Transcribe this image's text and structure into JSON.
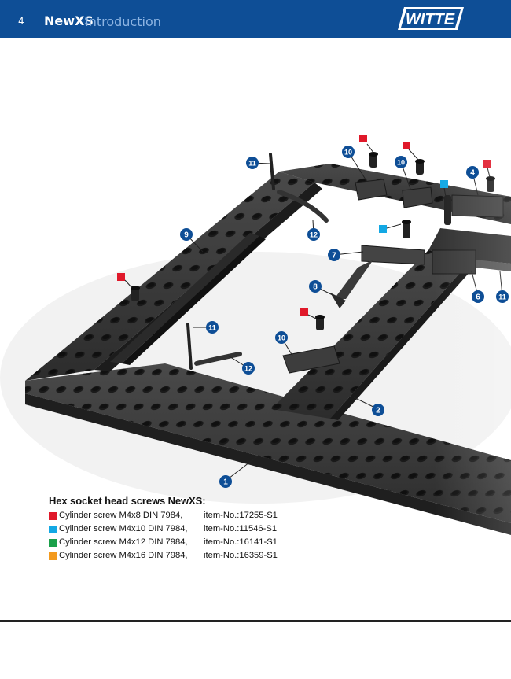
{
  "header": {
    "page_number": "4",
    "title": "NewXS",
    "subtitle": "Introduction",
    "brand": "WITTE",
    "background": "#0e4e96"
  },
  "callouts": [
    {
      "label": "1"
    },
    {
      "label": "2"
    },
    {
      "label": "4"
    },
    {
      "label": "6"
    },
    {
      "label": "7"
    },
    {
      "label": "8"
    },
    {
      "label": "9"
    },
    {
      "label": "10"
    },
    {
      "label": "10"
    },
    {
      "label": "10"
    },
    {
      "label": "11"
    },
    {
      "label": "11"
    },
    {
      "label": "11"
    },
    {
      "label": "12"
    },
    {
      "label": "12"
    }
  ],
  "legend": {
    "title": "Hex socket head screws NewXS:",
    "items": [
      {
        "color": "#e0192a",
        "description": "Cylinder screw M4x8 DIN 7984,",
        "item_no": "item-No.:17255-S1"
      },
      {
        "color": "#13a8e4",
        "description": "Cylinder screw M4x10 DIN 7984,",
        "item_no": "item-No.:11546-S1"
      },
      {
        "color": "#1aa04a",
        "description": "Cylinder screw M4x12 DIN 7984,",
        "item_no": "item-No.:16141-S1"
      },
      {
        "color": "#f39a1e",
        "description": "Cylinder screw M4x16 DIN 7984,",
        "item_no": "item-No.:16359-S1"
      }
    ]
  }
}
